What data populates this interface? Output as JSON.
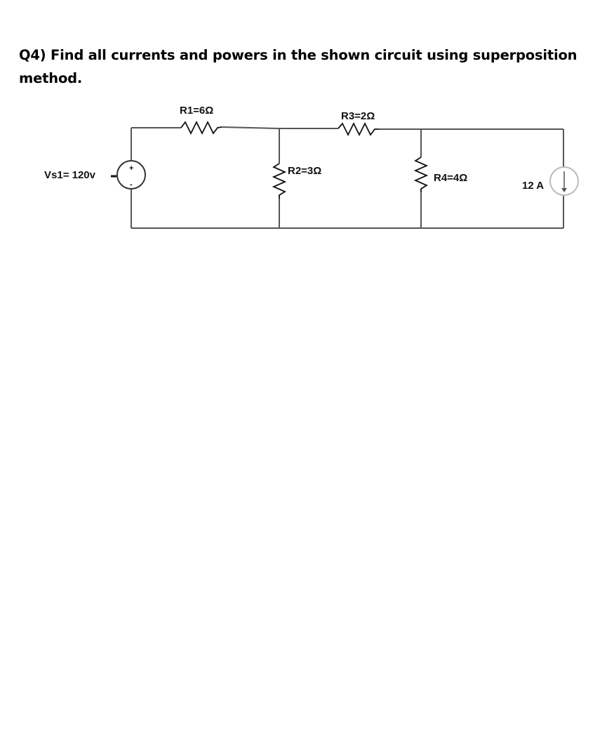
{
  "question": {
    "line1": "Q4) Find all currents and powers in the shown circuit using superposition",
    "line2": "method."
  },
  "circuit": {
    "voltage_source": {
      "label": "Vs1= 120v",
      "plus": "+",
      "minus": "-"
    },
    "r1": {
      "label": "R1=6Ω"
    },
    "r2": {
      "label": "R2=3Ω"
    },
    "r3": {
      "label": "R3=2Ω"
    },
    "r4": {
      "label": "R4=4Ω"
    },
    "current_source": {
      "label": "12 A"
    }
  },
  "colors": {
    "wire": "#555555",
    "ink": "#111111"
  }
}
